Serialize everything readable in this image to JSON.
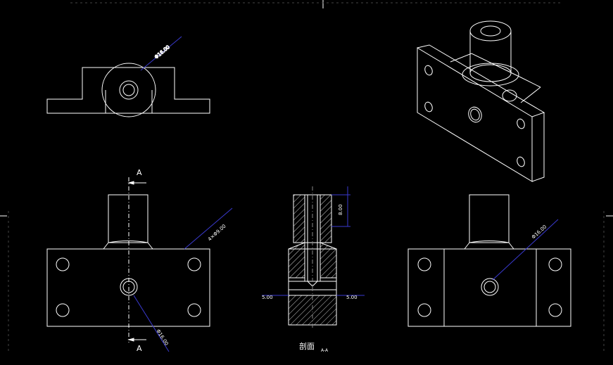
{
  "drawing": {
    "background": "#000000",
    "line_color": "#ffffff",
    "dim_color": "#3a3ad0",
    "text_color": "#ffffff",
    "section_mark": "A",
    "section_title": "剖面",
    "section_title_suffix": "A-A",
    "dimensions": {
      "top_view_diameter": "Φ16.00",
      "front_view_holes": "4×Φ9.00",
      "front_view_center_hole": "Φ16.00",
      "right_view_diameter": "Φ16.00",
      "section_height": "8.00",
      "section_left": "5.00",
      "section_right": "5.00"
    }
  }
}
